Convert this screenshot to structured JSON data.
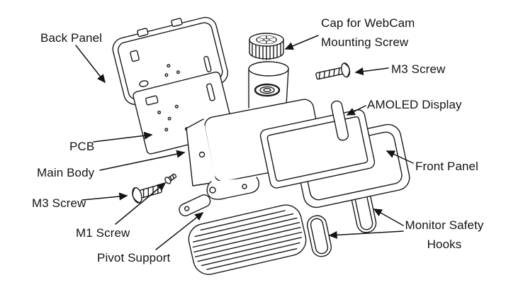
{
  "diagram": {
    "type": "exploded-view",
    "background": "#ffffff",
    "ink_color": "#1a1a1a",
    "labels": {
      "back_panel": "Back Panel",
      "cap_for_webcam_mounting_screw": "Cap for WebCam Mounting Screw",
      "m3_screw_top": "M3 Screw",
      "amoled_display": "AMOLED Display",
      "pcb": "PCB",
      "main_body": "Main Body",
      "m3_screw_left": "M3 Screw",
      "m1_screw": "M1 Screw",
      "pivot_support": "Pivot Support",
      "front_panel": "Front Panel",
      "monitor_safety_hooks": "Monitor Safety Hooks"
    }
  }
}
